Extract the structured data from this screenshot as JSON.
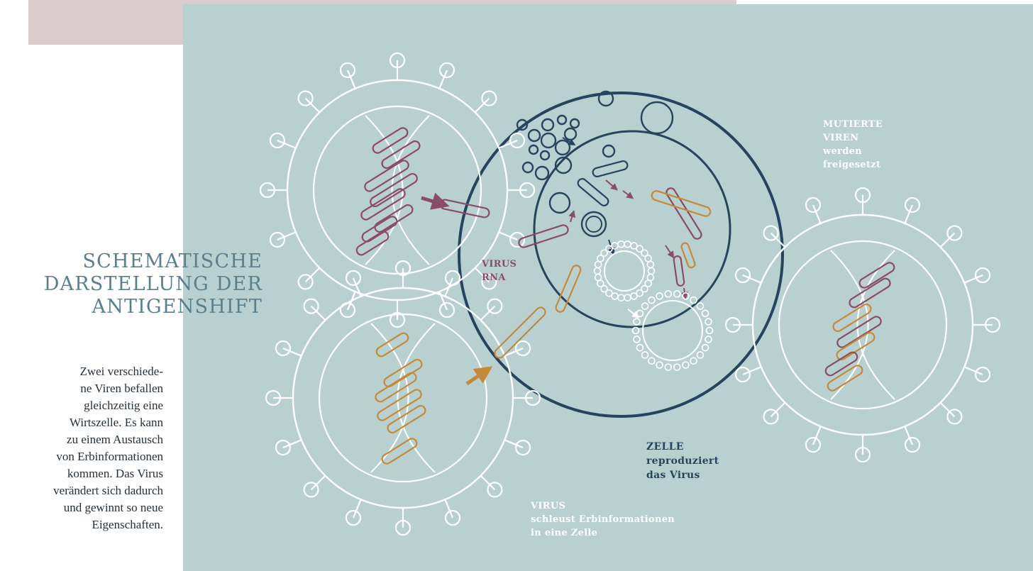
{
  "heading": {
    "lines": [
      "SCHEMATISCHE",
      "DARSTELLUNG DER",
      "ANTIGENSHIFT"
    ]
  },
  "description": {
    "lines": [
      "Zwei verschiede-",
      "ne Viren befallen",
      "gleichzeitig eine",
      "Wirtszelle. Es kann",
      "zu einem Austausch",
      "von Erbinformationen",
      "kommen. Das Virus",
      "verändert sich dadurch",
      "und gewinnt so neue",
      "Eigenschaften."
    ]
  },
  "labels": {
    "mutated_viruses": [
      "MUTIERTE",
      "VIREN",
      "werden",
      "freigesetzt"
    ],
    "virus_rna": [
      "VIRUS",
      "RNA"
    ],
    "cell": [
      "ZELLE",
      "reproduziert",
      "das Virus"
    ],
    "virus_entry": [
      "VIRUS",
      "schleust Erbinformationen",
      "in eine Zelle"
    ]
  },
  "colors": {
    "panel_background": "#b9d0d1",
    "pink_band": "#dccbcc",
    "heading": "#5b7f8b",
    "cell_outline": "#26445e",
    "rna_mauve": "#8a4c67",
    "rna_orange": "#c48a3a",
    "virus_outline": "#ffffff"
  }
}
